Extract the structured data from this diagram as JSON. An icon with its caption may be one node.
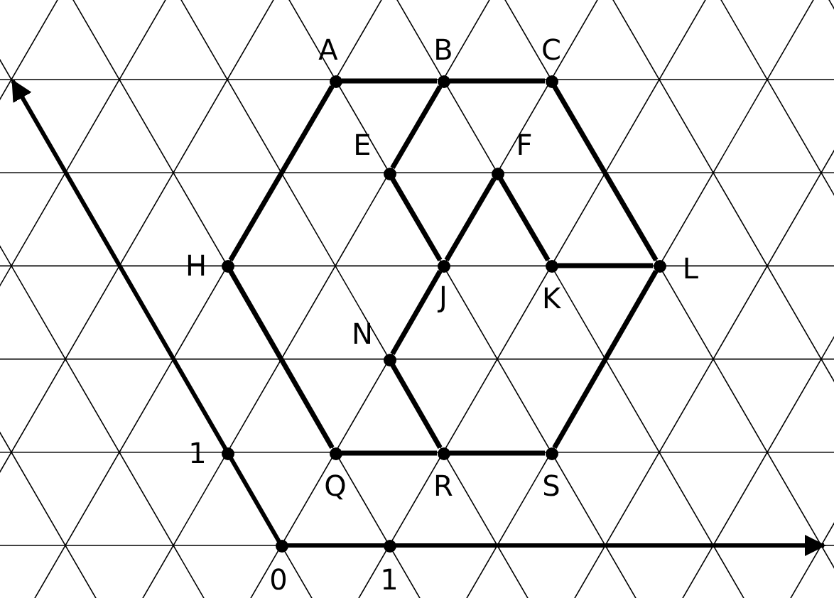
{
  "diagram": {
    "nodes": [
      {
        "text": [
          "A"
        ]
      },
      {
        "text": [
          "B"
        ]
      },
      {
        "text": [
          "C"
        ]
      },
      {
        "text": [
          "E"
        ]
      },
      {
        "text": [
          "F"
        ]
      },
      {
        "text": [
          "H"
        ]
      },
      {
        "text": [
          "J"
        ]
      },
      {
        "text": [
          "K"
        ]
      },
      {
        "text": [
          "L"
        ]
      },
      {
        "text": [
          "N"
        ]
      },
      {
        "text": [
          "1"
        ]
      },
      {
        "text": [
          "Q"
        ]
      },
      {
        "text": [
          "R"
        ]
      },
      {
        "text": [
          "S"
        ]
      },
      {
        "text": [
          "0"
        ]
      },
      {
        "text": [
          "1"
        ]
      }
    ],
    "edges": [
      {
        "from": 0,
        "to": 1,
        "arrow": "none"
      },
      {
        "from": 1,
        "to": 2,
        "arrow": "none"
      },
      {
        "from": 0,
        "to": 5,
        "arrow": "none"
      },
      {
        "from": 1,
        "to": 3,
        "arrow": "none"
      },
      {
        "from": 3,
        "to": 6,
        "arrow": "none"
      },
      {
        "from": 2,
        "to": 8,
        "arrow": "none"
      },
      {
        "from": 4,
        "to": 6,
        "arrow": "none"
      },
      {
        "from": 4,
        "to": 7,
        "arrow": "none"
      },
      {
        "from": 7,
        "to": 8,
        "arrow": "none"
      },
      {
        "from": 5,
        "to": 11,
        "arrow": "none"
      },
      {
        "from": 6,
        "to": 9,
        "arrow": "none"
      },
      {
        "from": 9,
        "to": 12,
        "arrow": "none"
      },
      {
        "from": 8,
        "to": 13,
        "arrow": "none"
      },
      {
        "from": 11,
        "to": 12,
        "arrow": "none"
      },
      {
        "from": 12,
        "to": 13,
        "arrow": "none"
      }
    ]
  }
}
